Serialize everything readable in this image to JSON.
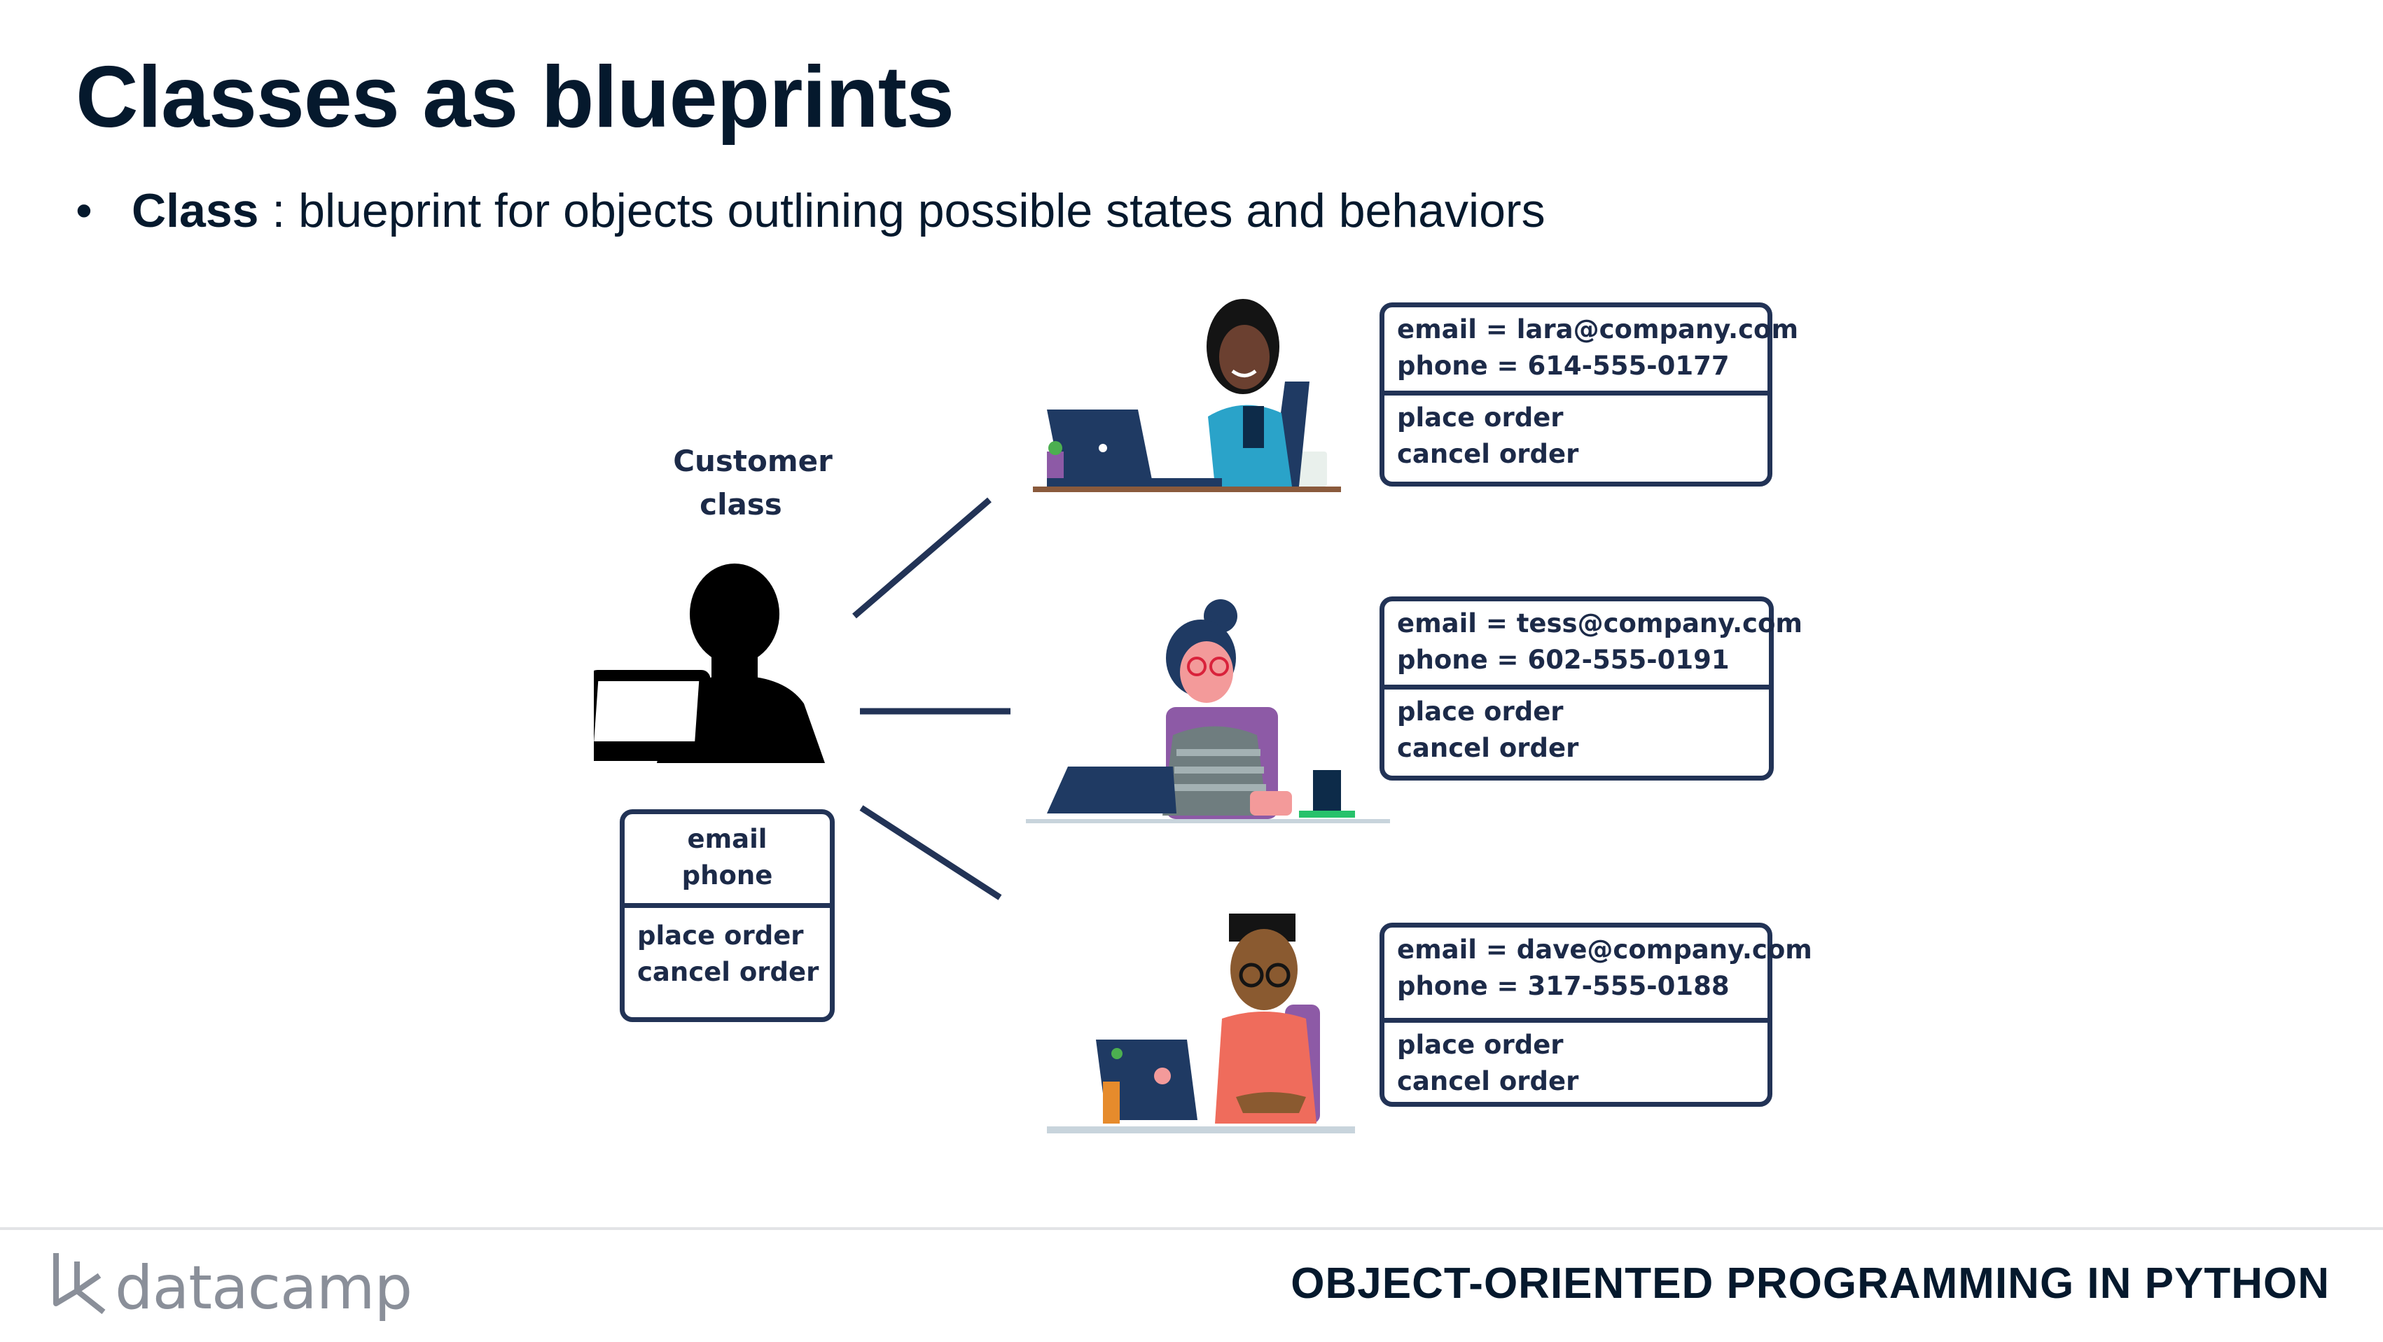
{
  "slide": {
    "title": "Classes as blueprints",
    "bullet": {
      "term": "Class",
      "separator": " : ",
      "text": "blueprint for objects outlining possible states and behaviors"
    }
  },
  "class_diagram": {
    "label_line1": "Customer",
    "label_line2": "class",
    "attributes": [
      "email",
      "phone"
    ],
    "methods": [
      "place order",
      "cancel order"
    ]
  },
  "instances": [
    {
      "email": "email = lara@company.com",
      "phone": "phone = 614-555-0177",
      "methods": [
        "place order",
        "cancel order"
      ]
    },
    {
      "email": "email = tess@company.com",
      "phone": "phone = 602-555-0191",
      "methods": [
        "place order",
        "cancel order"
      ]
    },
    {
      "email": "email = dave@company.com",
      "phone": "phone = 317-555-0188",
      "methods": [
        "place order",
        "cancel order"
      ]
    }
  ],
  "footer": {
    "brand": "datacamp",
    "course": "OBJECT-ORIENTED PROGRAMMING IN PYTHON"
  },
  "colors": {
    "title": "#05192d",
    "box_border": "#223356",
    "footer_rule": "#e3e4e6",
    "brand_grey": "#8a8f99"
  },
  "icons": [
    "person-silhouette-laptop-icon",
    "datacamp-logo-icon"
  ]
}
